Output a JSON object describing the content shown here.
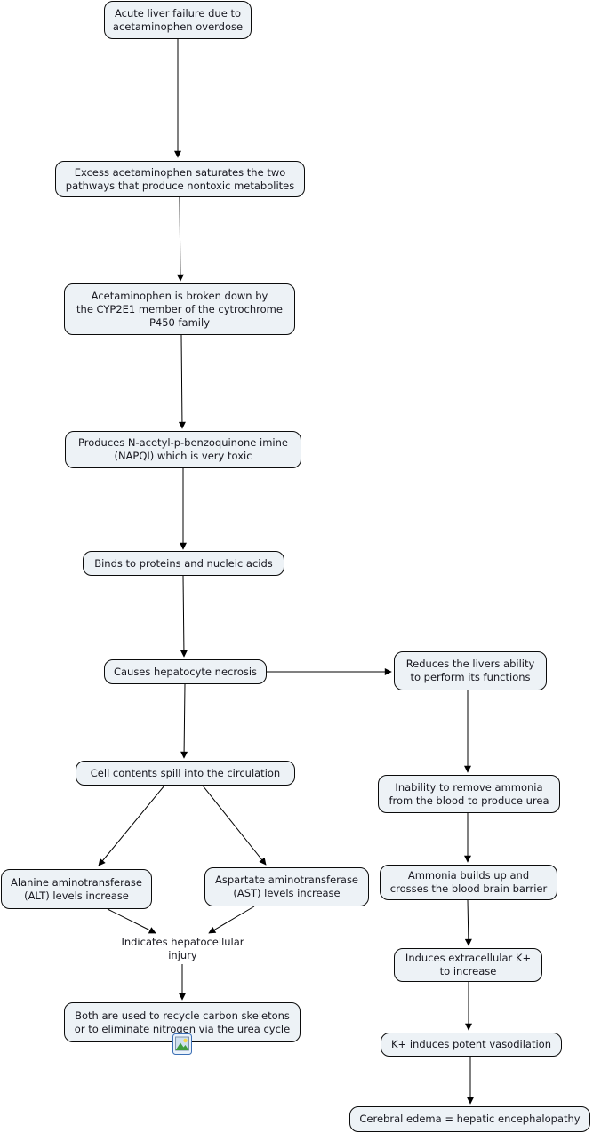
{
  "colors": {
    "node_fill": "#edf2f6",
    "node_border": "#0b0b0b",
    "text": "#17171f",
    "arrow": "#000000",
    "icon_border": "#3b6fb5"
  },
  "nodes": {
    "n1": {
      "text": "Acute liver failure due to\nacetaminophen overdose"
    },
    "n2": {
      "text": "Excess acetaminophen saturates the two\npathways that produce nontoxic metabolites"
    },
    "n3": {
      "text": "Acetaminophen is broken down by\nthe CYP2E1 member of the cytrochrome\nP450 family"
    },
    "n4": {
      "text": "Produces N-acetyl-p-benzoquinone imine\n(NAPQI) which is very toxic"
    },
    "n5": {
      "text": "Binds to proteins and nucleic acids"
    },
    "n6": {
      "text": "Causes hepatocyte necrosis"
    },
    "n7": {
      "text": "Cell contents spill into the circulation"
    },
    "n8": {
      "text": "Alanine aminotransferase\n(ALT) levels increase"
    },
    "n9": {
      "text": "Aspartate aminotransferase\n(AST) levels increase"
    },
    "n10": {
      "text": "Indicates hepatocellular\ninjury"
    },
    "n11": {
      "text": "Both are used to recycle carbon skeletons\nor to eliminate nitrogen via the urea cycle"
    },
    "r1": {
      "text": "Reduces the livers ability\nto perform its functions"
    },
    "r2": {
      "text": "Inability to remove ammonia\nfrom the blood to produce urea"
    },
    "r3": {
      "text": "Ammonia builds up and\ncrosses the blood brain barrier"
    },
    "r4": {
      "text": "Induces extracellular K+\nto increase"
    },
    "r5": {
      "text": "K+ induces potent vasodilation"
    },
    "r6": {
      "text": "Cerebral edema = hepatic encephalopathy"
    }
  },
  "edges": [
    {
      "from": "n1",
      "to": "n2"
    },
    {
      "from": "n2",
      "to": "n3"
    },
    {
      "from": "n3",
      "to": "n4"
    },
    {
      "from": "n4",
      "to": "n5"
    },
    {
      "from": "n5",
      "to": "n6"
    },
    {
      "from": "n6",
      "to": "r1"
    },
    {
      "from": "n6",
      "to": "n7"
    },
    {
      "from": "n7",
      "to": "n8"
    },
    {
      "from": "n7",
      "to": "n9"
    },
    {
      "from": "n8",
      "to": "n10"
    },
    {
      "from": "n9",
      "to": "n10"
    },
    {
      "from": "n10",
      "to": "n11"
    },
    {
      "from": "r1",
      "to": "r2"
    },
    {
      "from": "r2",
      "to": "r3"
    },
    {
      "from": "r3",
      "to": "r4"
    },
    {
      "from": "r4",
      "to": "r5"
    },
    {
      "from": "r5",
      "to": "r6"
    }
  ],
  "icons": {
    "image_attachment": "image-icon"
  }
}
